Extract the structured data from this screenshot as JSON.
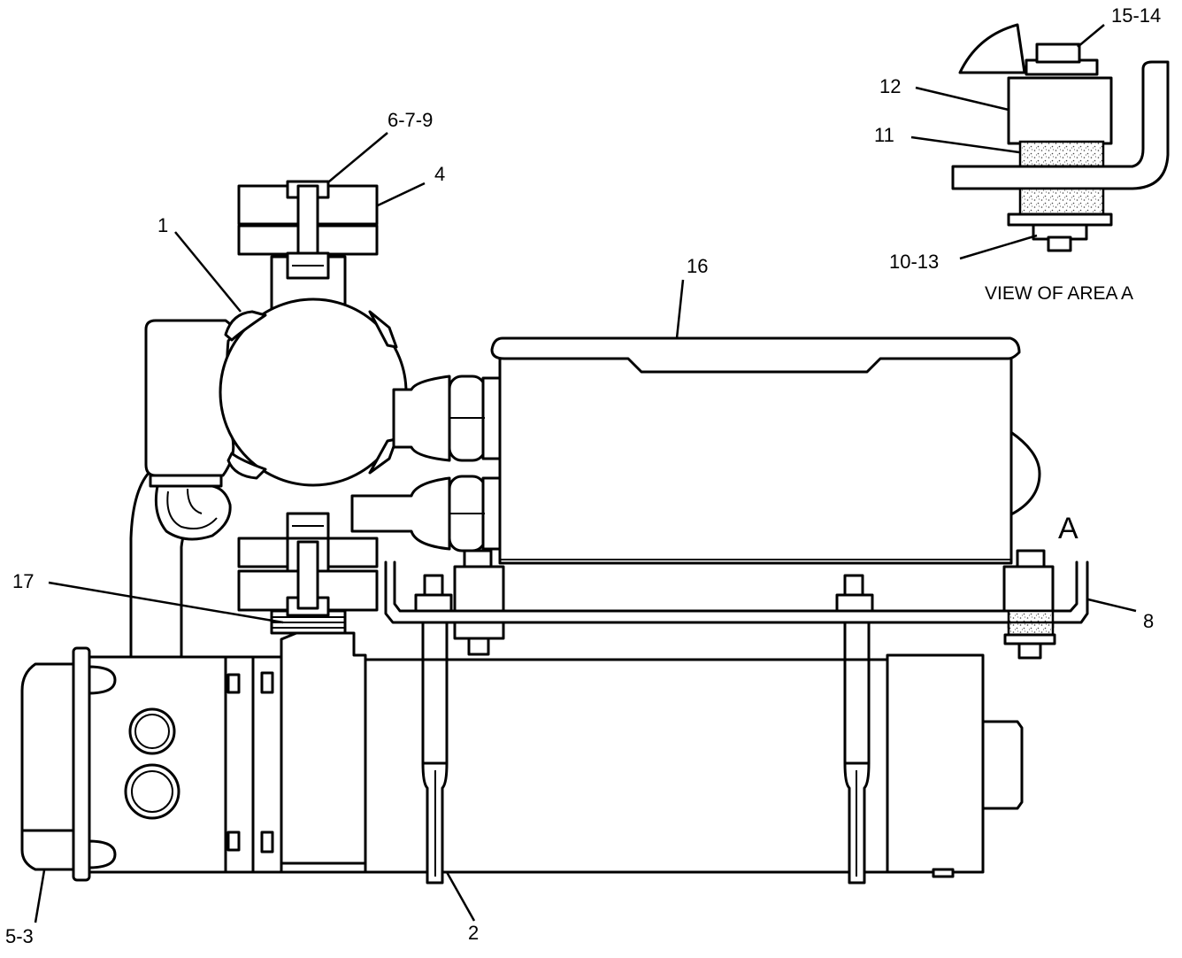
{
  "diagram": {
    "callouts": {
      "c_1": "1",
      "c_2": "2",
      "c_4": "4",
      "c_5_3": "5-3",
      "c_6_7_9": "6-7-9",
      "c_8": "8",
      "c_10_13": "10-13",
      "c_11": "11",
      "c_12": "12",
      "c_15_14": "15-14",
      "c_16": "16",
      "c_17": "17"
    },
    "area_marker": "A",
    "detail_caption": "VIEW OF AREA A"
  }
}
